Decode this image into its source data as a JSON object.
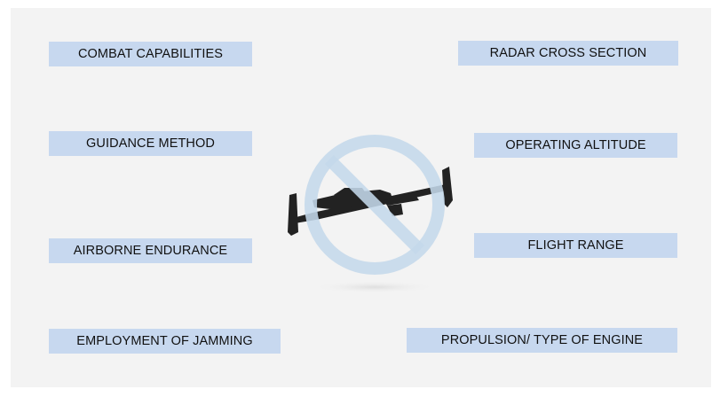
{
  "labels": {
    "combat_capabilities": "COMBAT CAPABILITIES",
    "radar_cross_section": "RADAR CROSS SECTION",
    "guidance_method": "GUIDANCE METHOD",
    "operating_altitude": "OPERATING ALTITUDE",
    "airborne_endurance": "AIRBORNE ENDURANCE",
    "flight_range": "FLIGHT RANGE",
    "employment_of_jamming": "EMPLOYMENT OF JAMMING",
    "propulsion_engine": "PROPULSION/ TYPE OF ENGINE"
  },
  "colors": {
    "box_fill": "#c7d8ef",
    "prohibition_ring": "#c4d8ea",
    "drone_silhouette": "#222222",
    "background": "#f3f3f3"
  },
  "icons": {
    "center": "no-drone-icon"
  }
}
